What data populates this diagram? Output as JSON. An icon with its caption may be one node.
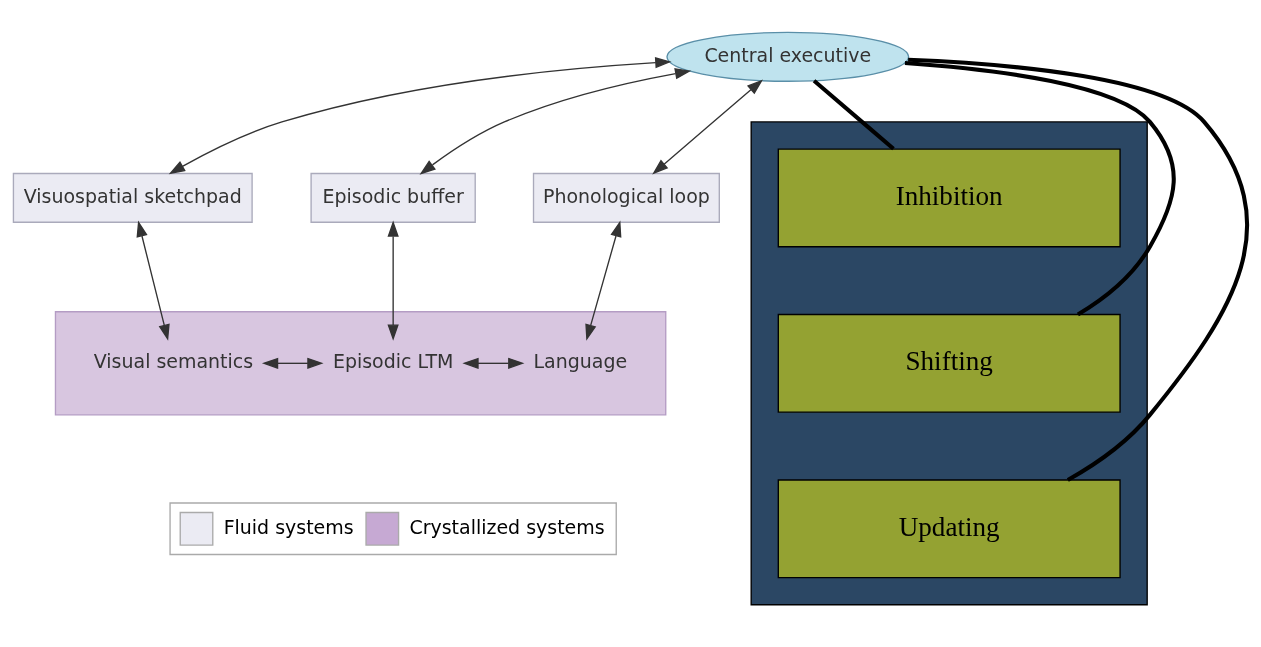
{
  "diagram": {
    "nodes": [
      {
        "text": [
          "Central executive"
        ]
      },
      {
        "text": [
          "Visuospatial sketchpad"
        ]
      },
      {
        "text": [
          "Episodic buffer"
        ]
      },
      {
        "text": [
          "Phonological loop"
        ]
      },
      {
        "text": [],
        "shape": "box"
      },
      {
        "text": [
          "Visual semantics"
        ],
        "in": 4
      },
      {
        "text": [
          "Episodic LTM"
        ],
        "in": 4
      },
      {
        "text": [
          "Language"
        ],
        "in": 4
      },
      {
        "text": [],
        "shape": "box"
      },
      {
        "text": [
          "Inhibition"
        ],
        "in": 8
      },
      {
        "text": [
          "Shifting"
        ],
        "in": 8
      },
      {
        "text": [
          "Updating"
        ],
        "in": 8
      }
    ],
    "edges": [
      {
        "from": 0,
        "to": 1,
        "arrow": "both"
      },
      {
        "from": 0,
        "to": 2,
        "arrow": "both"
      },
      {
        "from": 0,
        "to": 3,
        "arrow": "both"
      },
      {
        "from": 1,
        "to": 5,
        "arrow": "both"
      },
      {
        "from": 2,
        "to": 6,
        "arrow": "both"
      },
      {
        "from": 3,
        "to": 7,
        "arrow": "both"
      },
      {
        "from": 5,
        "to": 6,
        "arrow": "both"
      },
      {
        "from": 6,
        "to": 7,
        "arrow": "both"
      },
      {
        "from": 0,
        "to": 9,
        "arrow": "none",
        "style": "thick",
        "color": "#000000"
      },
      {
        "from": 0,
        "to": 10,
        "arrow": "none",
        "style": "thick",
        "color": "#000000"
      },
      {
        "from": 0,
        "to": 11,
        "arrow": "none",
        "style": "thick",
        "color": "#000000"
      }
    ],
    "legend": [
      {
        "text": "Fluid systems",
        "color": "#ebebf3"
      },
      {
        "text": "Crystallized systems",
        "color": "#c6a9d3"
      }
    ]
  }
}
